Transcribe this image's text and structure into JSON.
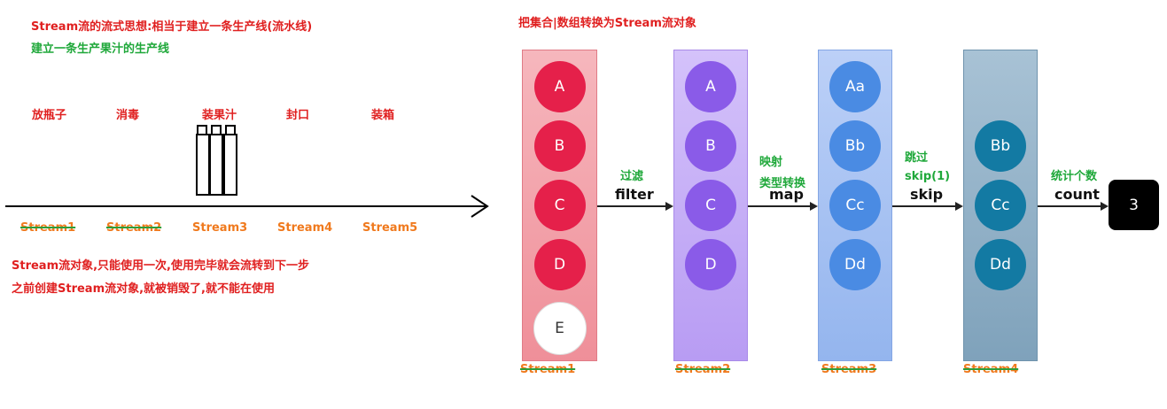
{
  "left": {
    "title": "Stream流的流式思想:相当于建立一条生产线(流水线)",
    "subtitle": "建立一条生产果汁的生产线",
    "steps": [
      "放瓶子",
      "消毒",
      "装果汁",
      "封口",
      "装箱"
    ],
    "streams": [
      "Stream1",
      "Stream2",
      "Stream3",
      "Stream4",
      "Stream5"
    ],
    "note1": "Stream流对象,只能使用一次,使用完毕就会流转到下一步",
    "note2": "之前创建Stream流对象,就被销毁了,就不能在使用"
  },
  "right": {
    "title": "把集合|数组转换为Stream流对象",
    "columns": [
      {
        "name": "Stream1",
        "items": [
          "A",
          "B",
          "C",
          "D",
          "E"
        ],
        "color": "#f2a0a8"
      },
      {
        "name": "Stream2",
        "items": [
          "A",
          "B",
          "C",
          "D"
        ],
        "color": "#c4abf5"
      },
      {
        "name": "Stream3",
        "items": [
          "Aa",
          "Bb",
          "Cc",
          "Dd"
        ],
        "color": "#a8c2f2"
      },
      {
        "name": "Stream4",
        "items": [
          "Bb",
          "Cc",
          "Dd"
        ],
        "color": "#8fb0c8"
      }
    ],
    "ops": [
      {
        "cn": "过滤",
        "en": "filter"
      },
      {
        "cn": "映射",
        "cn2": "类型转换",
        "en": "map"
      },
      {
        "cn": "跳过",
        "cn2": "skip(1)",
        "en": "skip"
      },
      {
        "cn": "统计个数",
        "en": "count"
      }
    ],
    "result": "3"
  },
  "colors": {
    "red": "#e02020",
    "green": "#1fa83a",
    "orange": "#f07a1e",
    "crimson": "#e5204a",
    "purple": "#8a5be8",
    "blue": "#4a8be3",
    "teal": "#137aa3"
  }
}
